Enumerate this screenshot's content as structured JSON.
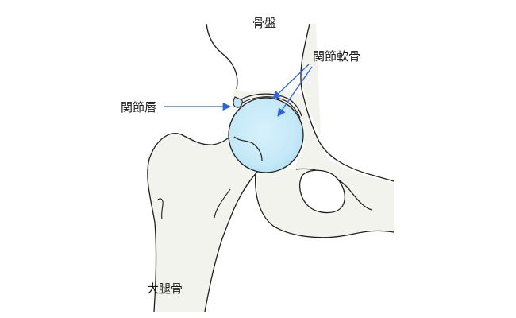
{
  "labels": {
    "pelvis": "骨盤",
    "articular_cartilage": "関節軟骨",
    "labrum": "関節唇",
    "femur": "大腿骨"
  },
  "colors": {
    "bone_fill": "#f3f3ee",
    "outline": "#1f1f1f",
    "femoral_head_center": "#d7f1fb",
    "femoral_head_edge": "#b8e1f3",
    "arrow": "#2f63d9",
    "background": "#ffffff"
  }
}
